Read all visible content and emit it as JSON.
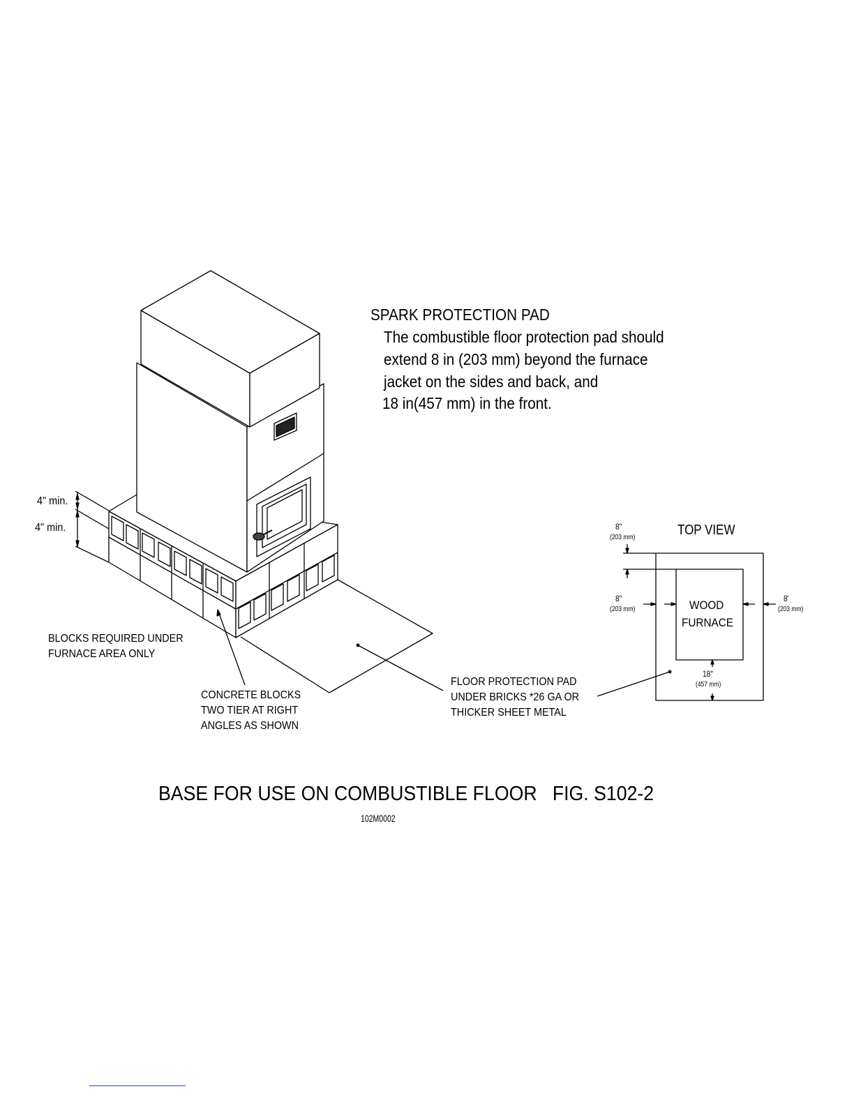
{
  "spark_pad": {
    "title": "SPARK PROTECTION PAD",
    "lines": [
      "The combustible floor protection pad should",
      "extend 8 in (203 mm) beyond the furnace",
      "jacket on the sides and back, and",
      "18 in(457 mm) in the front."
    ]
  },
  "dimensions": {
    "upper_tier": "4\" min.",
    "lower_tier": "4\" min."
  },
  "callouts": {
    "blocks_required": [
      "BLOCKS REQUIRED UNDER",
      "FURNACE AREA ONLY"
    ],
    "concrete_blocks": [
      "CONCRETE BLOCKS",
      "TWO TIER AT RIGHT",
      "ANGLES AS SHOWN"
    ],
    "floor_pad": [
      "FLOOR PROTECTION PAD",
      "UNDER BRICKS *26 GA OR",
      "THICKER SHEET METAL"
    ]
  },
  "top_view": {
    "title": "TOP VIEW",
    "furnace_label": [
      "WOOD",
      "FURNACE"
    ],
    "back": {
      "inches": "8\"",
      "mm": "(203 mm)"
    },
    "left": {
      "inches": "8\"",
      "mm": "(203 mm)"
    },
    "right": {
      "inches": "8'",
      "mm": "(203 mm)"
    },
    "front": {
      "inches": "18\"",
      "mm": "(457 mm)"
    }
  },
  "caption": "BASE FOR USE ON COMBUSTIBLE FLOOR   FIG. S102-2",
  "drawing_number": "102M0002"
}
